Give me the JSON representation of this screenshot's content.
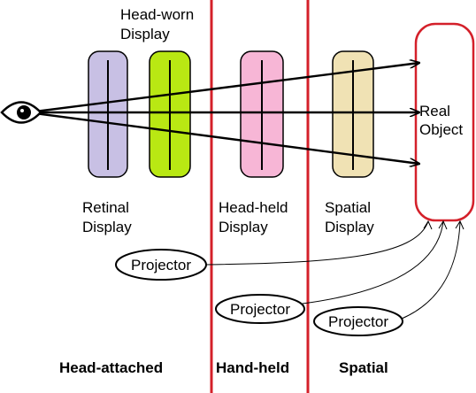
{
  "colors": {
    "retinal": "#c8c0e4",
    "head_worn": "#b9e813",
    "head_held": "#f7b6d6",
    "spatial": "#f0e2b4",
    "divider": "#d4202a",
    "object_border": "#d4202a",
    "stroke": "#000000"
  },
  "displays": {
    "head_worn": [
      "Head-worn",
      "Display"
    ],
    "retinal": [
      "Retinal",
      "Display"
    ],
    "head_held": [
      "Head-held",
      "Display"
    ],
    "spatial": [
      "Spatial",
      "Display"
    ]
  },
  "real_object": [
    "Real",
    "Object"
  ],
  "projectors": [
    "Projector",
    "Projector",
    "Projector"
  ],
  "categories": {
    "head_attached": "Head-attached",
    "hand_held": "Hand-held",
    "spatial": "Spatial"
  },
  "icons": {
    "viewer": "eye-icon"
  }
}
